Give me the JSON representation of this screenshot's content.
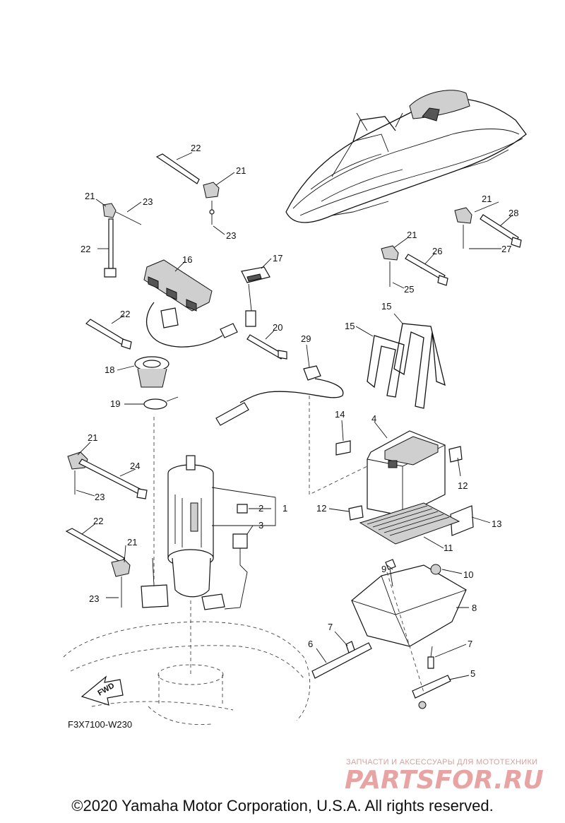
{
  "diagram": {
    "code": "F3X7100-W230",
    "fwd_label": "FWD",
    "callouts": {
      "c1": "1",
      "c2": "2",
      "c3": "3",
      "c4": "4",
      "c5": "5",
      "c6": "6",
      "c7a": "7",
      "c7b": "7",
      "c8": "8",
      "c9": "9",
      "c10": "10",
      "c11": "11",
      "c12a": "12",
      "c12b": "12",
      "c13": "13",
      "c14": "14",
      "c15a": "15",
      "c15b": "15",
      "c16": "16",
      "c17": "17",
      "c18": "18",
      "c19": "19",
      "c20": "20",
      "c21a": "21",
      "c21b": "21",
      "c21c": "21",
      "c21d": "21",
      "c21e": "21",
      "c21f": "21",
      "c22a": "22",
      "c22b": "22",
      "c22c": "22",
      "c22d": "22",
      "c23a": "23",
      "c23b": "23",
      "c23c": "23",
      "c23d": "23",
      "c24": "24",
      "c25": "25",
      "c26": "26",
      "c27": "27",
      "c28": "28",
      "c29": "29"
    }
  },
  "watermark": {
    "tagline": "ЗАПЧАСТИ И АКСЕССУАРЫ ДЛЯ МОТОТЕХНИКИ",
    "brand": "PARTSFOR.RU"
  },
  "footer": {
    "copyright": "©2020 Yamaha Motor Corporation, U.S.A. All rights reserved."
  }
}
